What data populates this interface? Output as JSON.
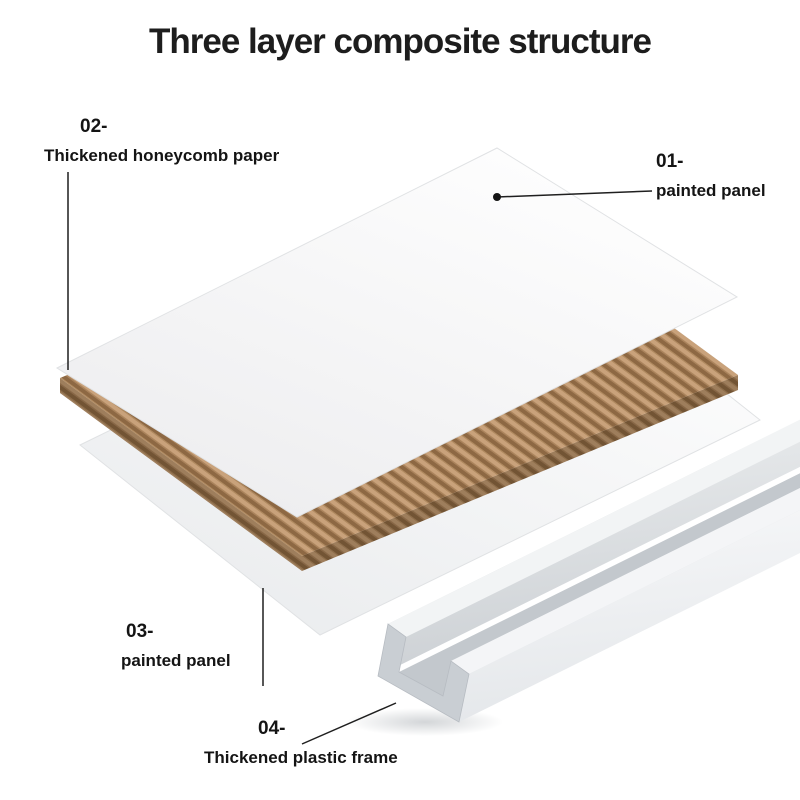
{
  "title": "Three layer composite structure",
  "callouts": [
    {
      "id": "01",
      "number": "01-",
      "label": "painted panel"
    },
    {
      "id": "02",
      "number": "02-",
      "label": "Thickened honeycomb paper"
    },
    {
      "id": "03",
      "number": "03-",
      "label": "painted panel"
    },
    {
      "id": "04",
      "number": "04-",
      "label": "Thickened plastic frame"
    }
  ],
  "diagram": {
    "type": "exploded-view",
    "colors": {
      "honeycomb_crest": "#c9a27b",
      "honeycomb_trough": "#8d6843",
      "panel_white": "#ffffff",
      "frame_light": "#f4f5f7",
      "frame_mid": "#d5d9dd",
      "frame_dark": "#c3c8cd",
      "callout_line": "#1f1f1f"
    }
  }
}
